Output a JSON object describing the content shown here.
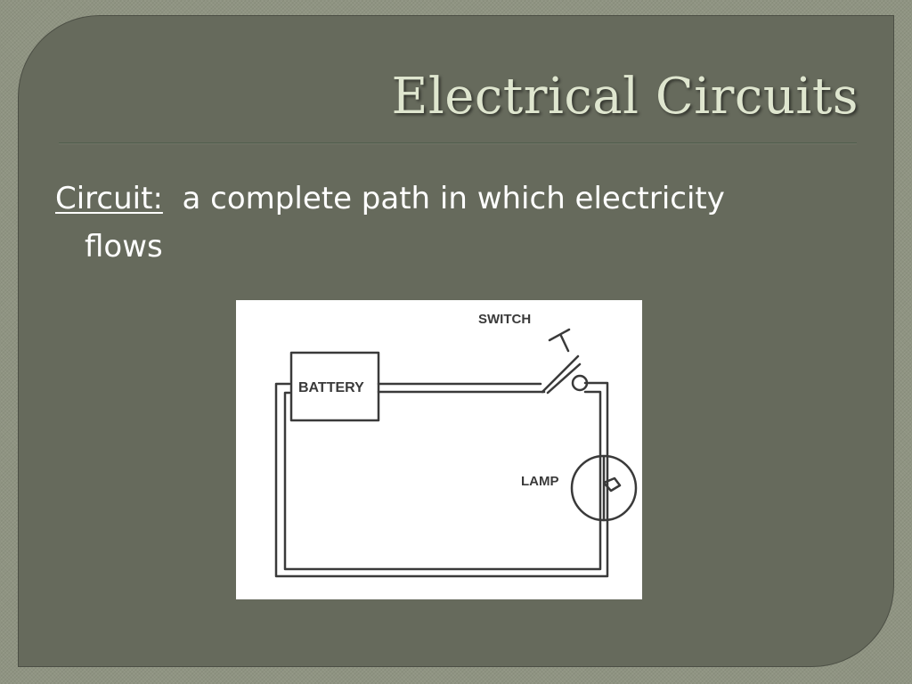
{
  "slide": {
    "title": "Electrical Circuits",
    "bullet": {
      "term": "Circuit:",
      "definition": "a complete path in which electricity flows"
    },
    "diagram": {
      "battery_label": "BATTERY",
      "switch_label": "SWITCH",
      "lamp_label": "LAMP"
    }
  },
  "colors": {
    "page_background": "#8f9482",
    "panel": "#666a5c",
    "title": "#dfe6cf",
    "body_text": "#ffffff",
    "diagram_background": "#ffffff",
    "diagram_ink": "#3a3a3a"
  }
}
